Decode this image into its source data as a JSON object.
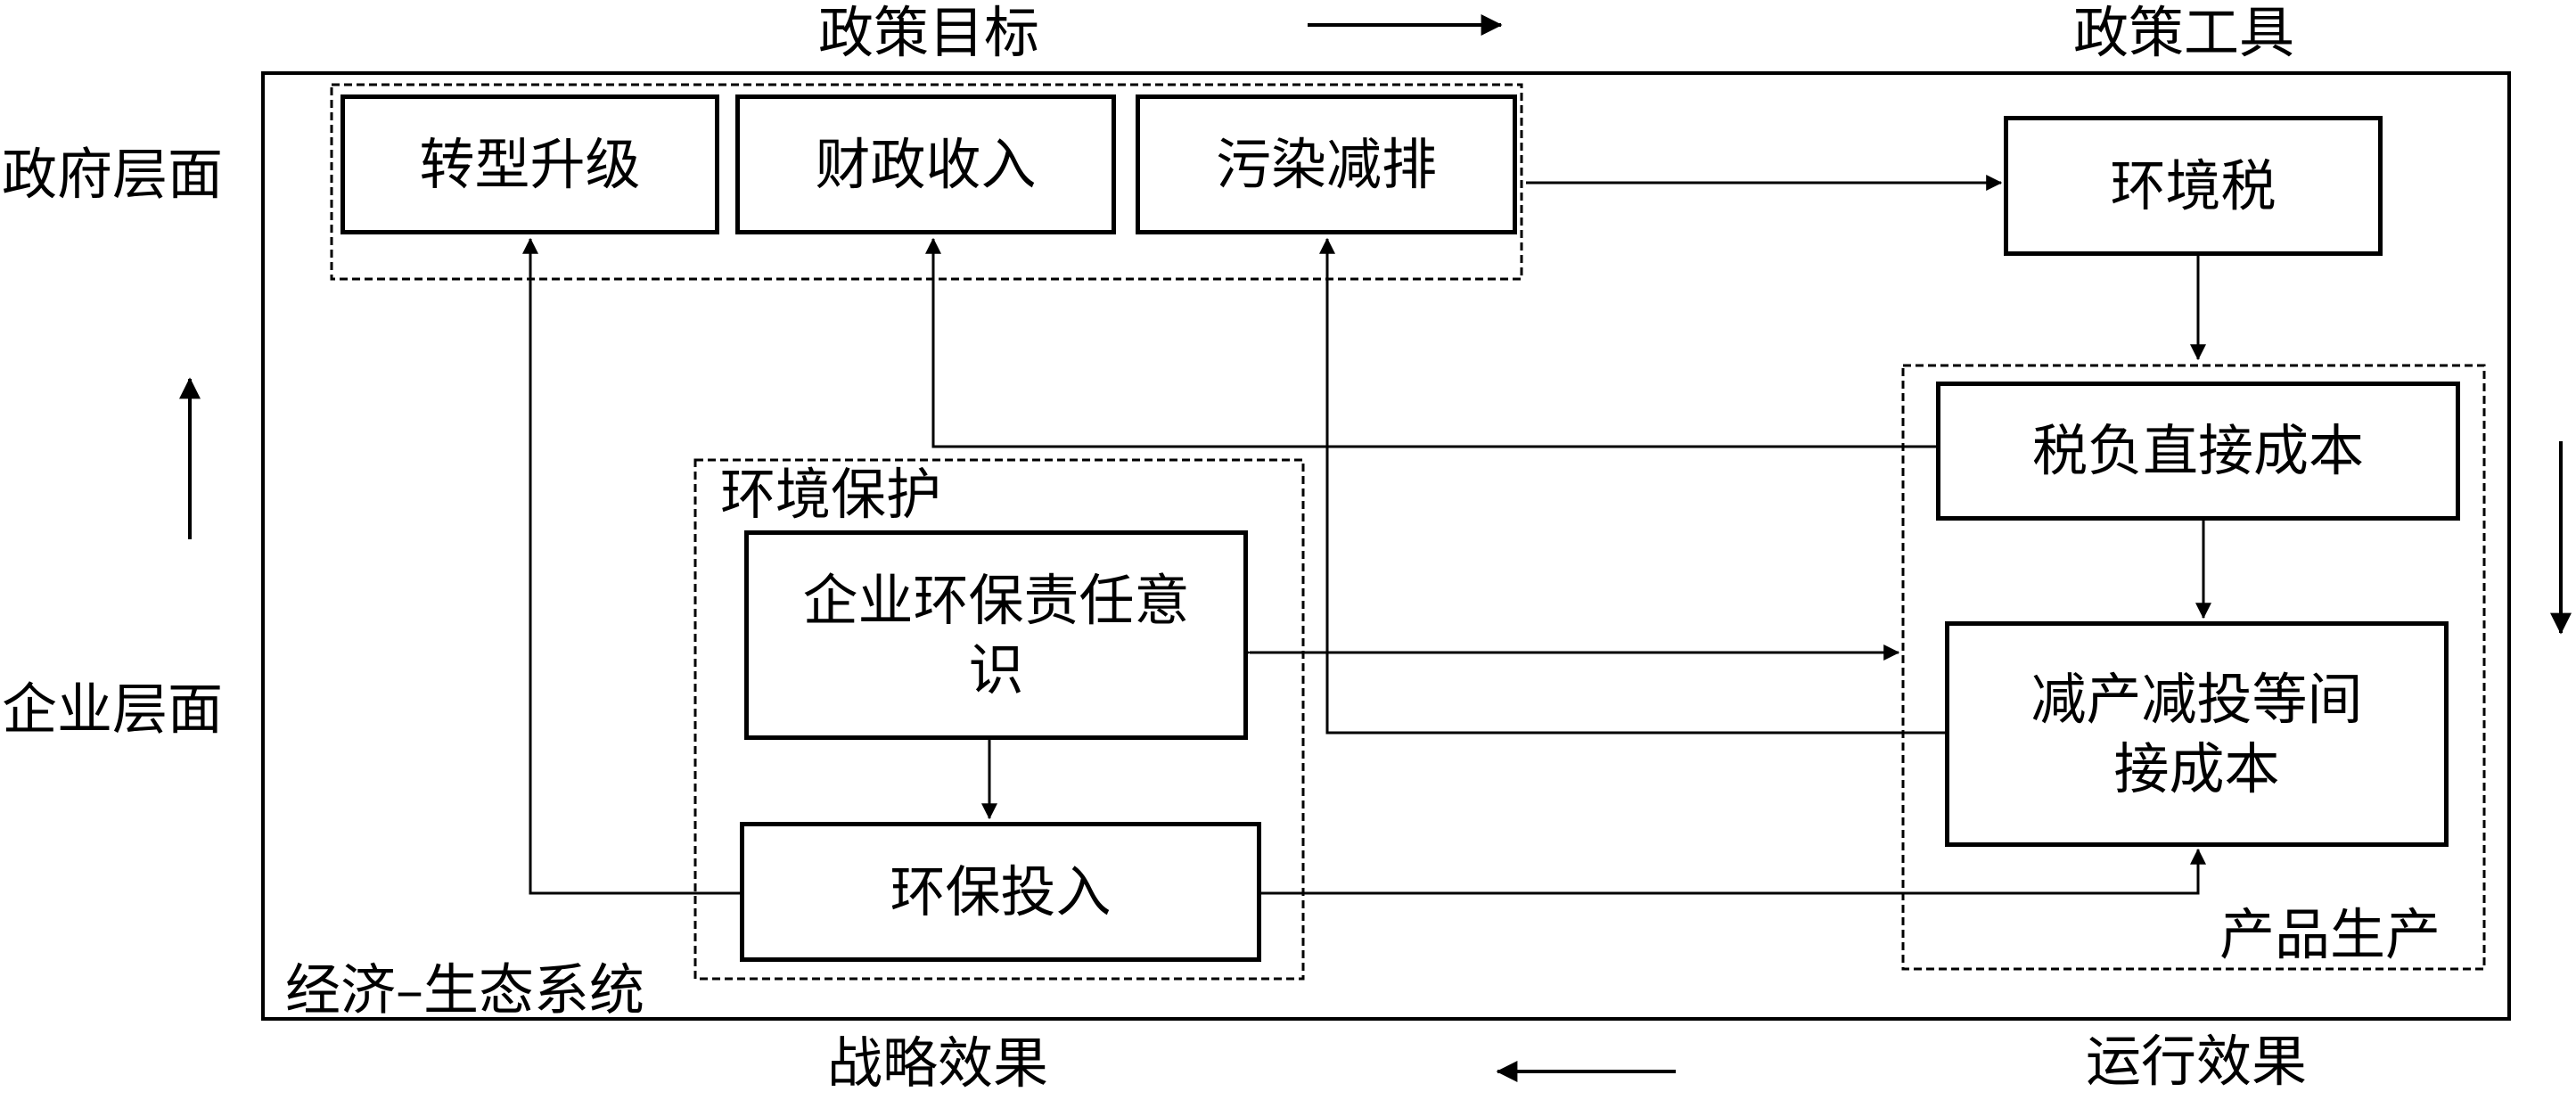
{
  "axes": {
    "top_left": "政策目标",
    "top_right": "政策工具",
    "bottom_left": "战略效果",
    "bottom_right": "运行效果",
    "left_top": "政府层面",
    "left_bottom": "企业层面"
  },
  "outer_system": {
    "label": "经济–生态系统"
  },
  "government_goals": {
    "items": [
      "转型升级",
      "财政收入",
      "污染减排"
    ]
  },
  "policy_tool": {
    "label": "环境税"
  },
  "environmental_protection": {
    "group_label": "环境保护",
    "awareness": "企业环保责任意识",
    "investment": "环保投入"
  },
  "product_production": {
    "group_label": "产品生产",
    "direct_cost": "税负直接成本",
    "indirect_cost": "减产减投等间接成本"
  }
}
